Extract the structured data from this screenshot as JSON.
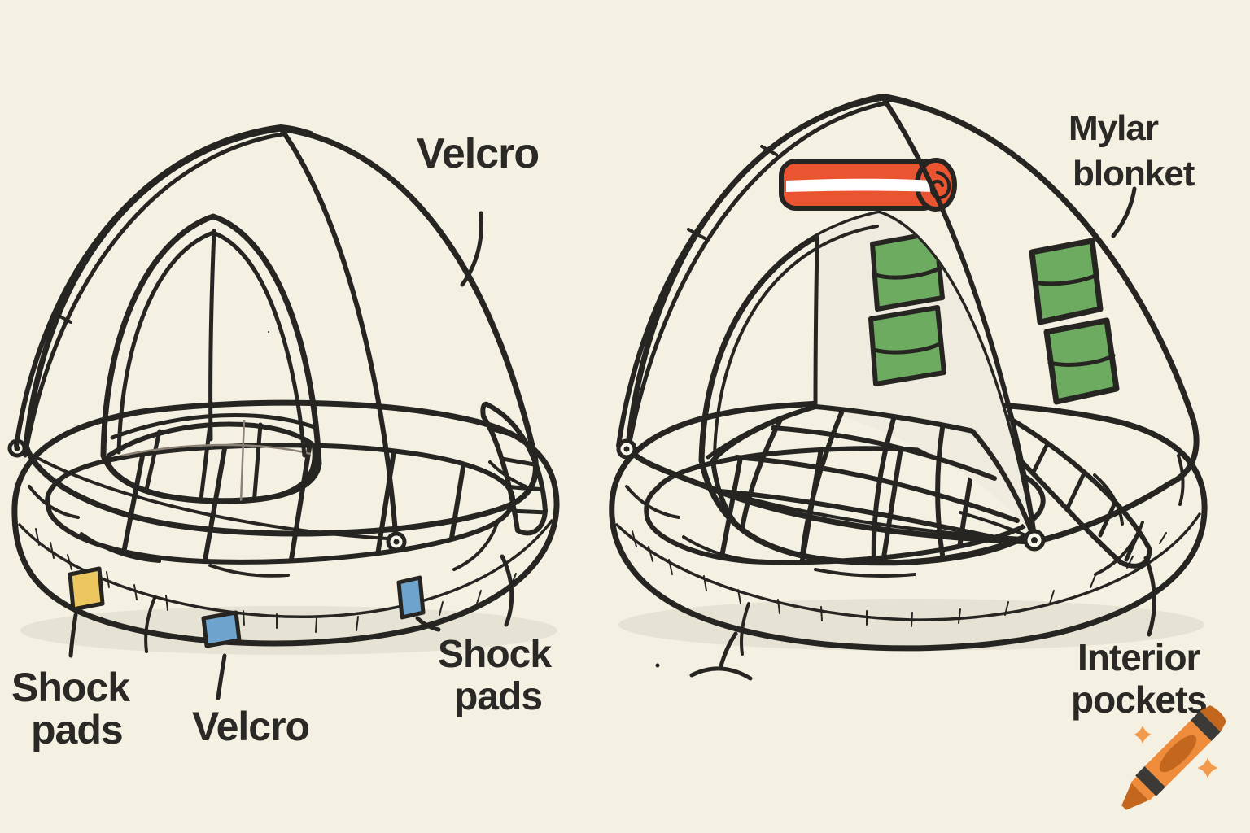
{
  "scene": {
    "description": "hand-drawn crayon sketch of two inflatable tent cots with labeled features",
    "colors": {
      "paper": "#f4f0e2",
      "ink": "#262522",
      "tent_fabric": "#faf7ec",
      "interior_gray_dark": "#b2afa6",
      "interior_gray_light": "#e2dfd6",
      "mat_blue": "#5e9bc9",
      "pocket_green": "#6cab60",
      "roll_red": "#ea5430",
      "roll_stripe": "#ffffff",
      "patch_yellow": "#ecc65e",
      "patch_blue": "#6ea3cd",
      "crayon_orange": "#ee8c3c",
      "crayon_dark_orange": "#c3661e",
      "crayon_band": "#3b3a37",
      "sparkle_orange": "#f39a4d"
    },
    "labels": {
      "velcro_top": "Velcro",
      "mylar_line1": "Mylar",
      "mylar_line2": "blonket",
      "shock_left_line1": "Shock",
      "shock_left_line2": "pads",
      "velcro_bottom": "Velcro",
      "shock_mid_line1": "Shock",
      "shock_mid_line2": "pads",
      "interior_line1": "Interior",
      "interior_line2": "pockets"
    },
    "watermark": {
      "icon": "crayon-icon",
      "sparkle_count": 2
    }
  }
}
